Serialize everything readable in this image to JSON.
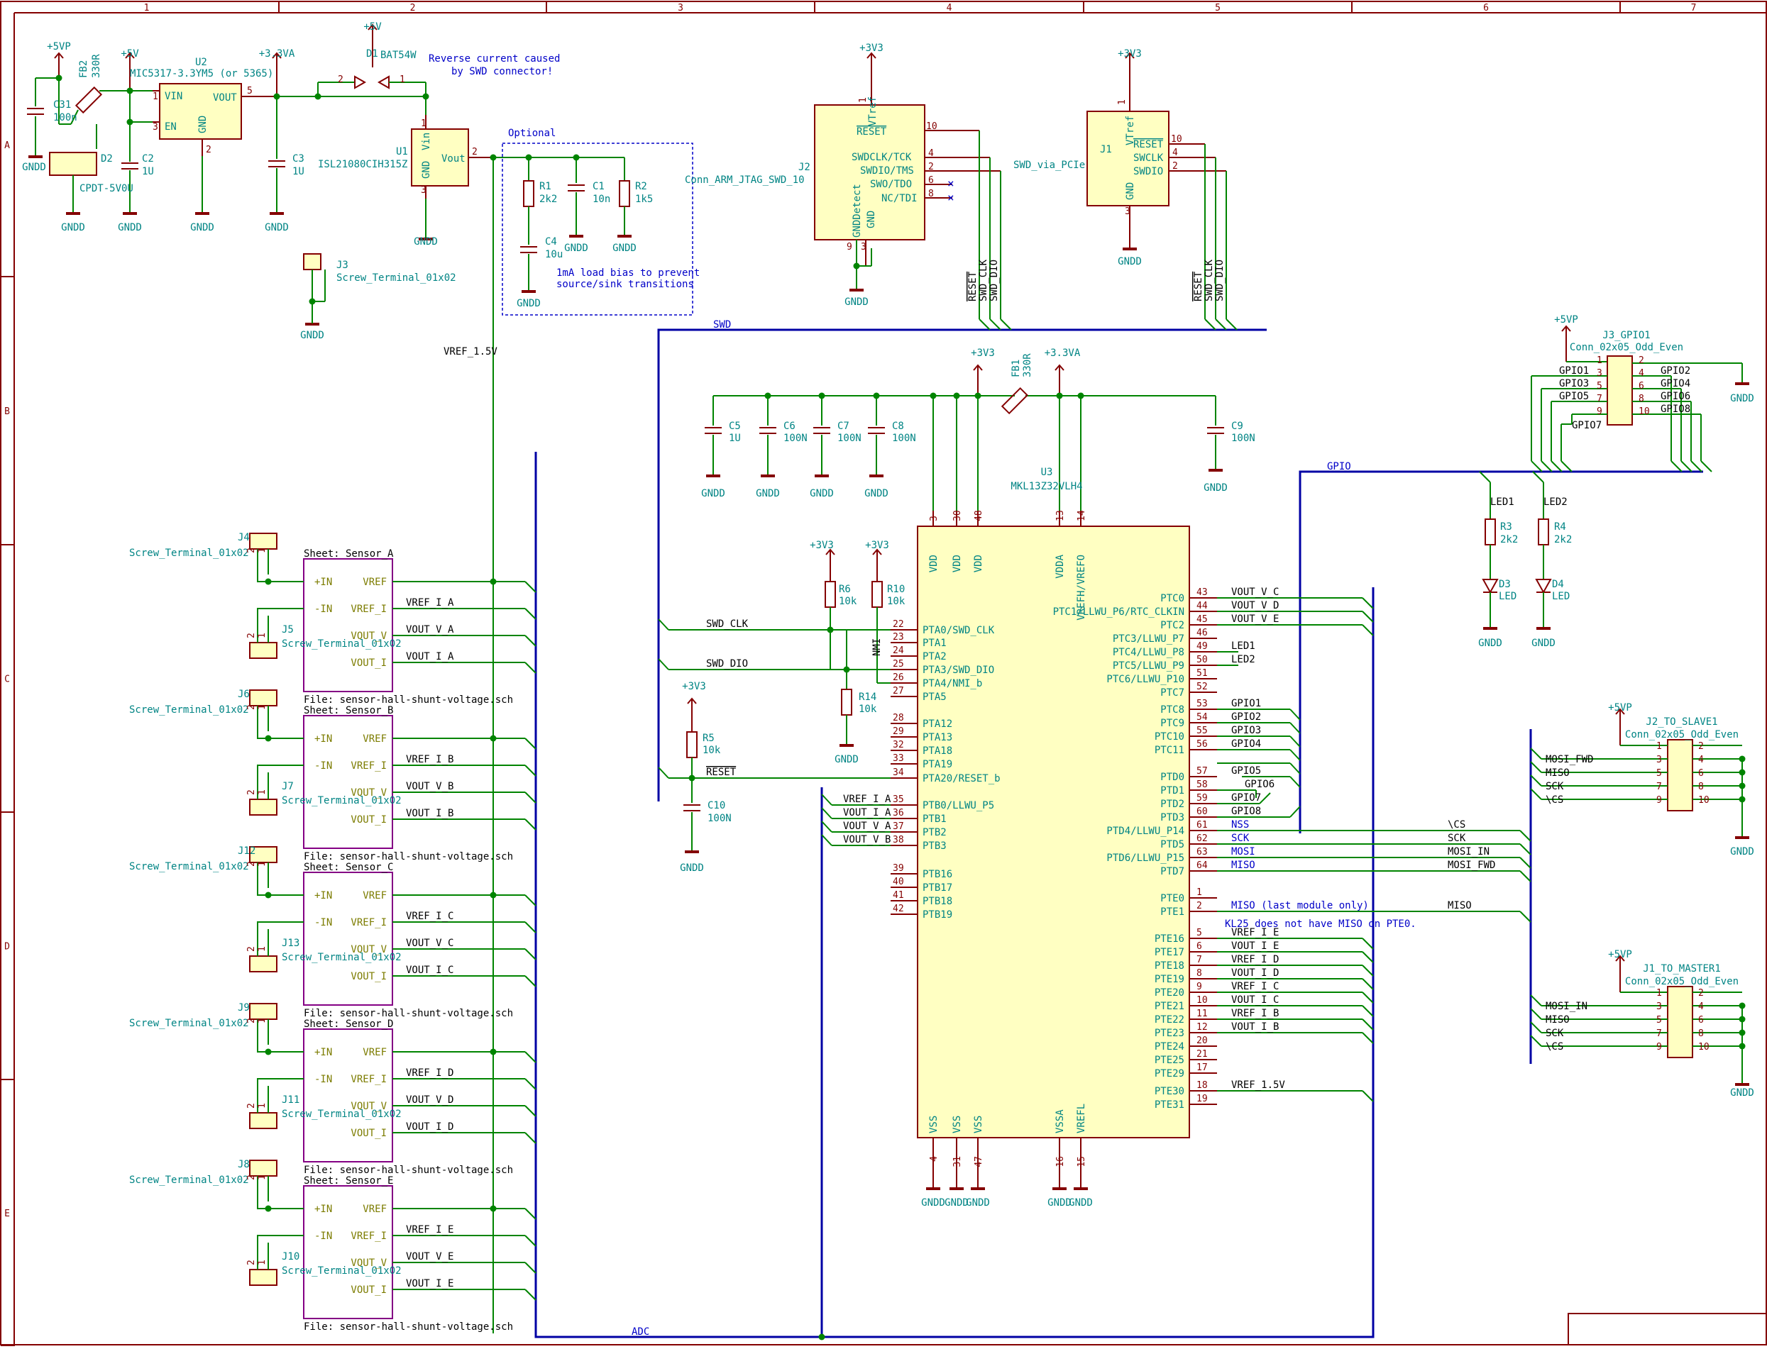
{
  "frame": {
    "columns": [
      "1",
      "2",
      "3",
      "4",
      "5",
      "6",
      "7"
    ],
    "rows": [
      "A",
      "B",
      "C",
      "D",
      "E"
    ]
  },
  "power": {
    "v5vp": "+5VP",
    "v5v": "+5V",
    "v33va": "+3.3VA",
    "v33": "+3V3",
    "gnd": "GNDD",
    "u2_ref": "U2",
    "u2_value": "MIC5317-3.3YM5 (or 5365)",
    "u2_pins": [
      "VIN",
      "EN",
      "VOUT",
      "GND"
    ],
    "u1_ref": "U1",
    "u1_value": "ISL21080CIH315Z",
    "u1_pins": [
      "Vin",
      "Vout",
      "GND"
    ],
    "d1_ref": "D1",
    "d1_value": "BAT54W",
    "d2_ref": "D2",
    "d2_value": "CPDT-5V0U",
    "fb2_ref": "FB2",
    "fb2_value": "330R",
    "c31": [
      "C31",
      "100n"
    ],
    "c2": [
      "C2",
      "1U"
    ],
    "c3": [
      "C3",
      "1U"
    ],
    "note_reverse": [
      "Reverse current caused",
      "by SWD connector!"
    ],
    "optional_title": "Optional",
    "r1": [
      "R1",
      "2k2"
    ],
    "c1": [
      "C1",
      "10n"
    ],
    "r2": [
      "R2",
      "1k5"
    ],
    "c4": [
      "C4",
      "10u"
    ],
    "note_bias": [
      "1mA load bias to prevent",
      "source/sink transitions"
    ],
    "j3_ref": "J3",
    "j3_value": "Screw_Terminal_01x02",
    "vref_net": "VREF_1.5V"
  },
  "swd": {
    "j2_ref": "J2",
    "j2_value": "Conn_ARM_JTAG_SWD_10",
    "j2_pins": [
      "VTref",
      "RESET",
      "SWDCLK/TCK",
      "SWDIO/TMS",
      "SWO/TDO",
      "NC/TDI",
      "GNDDetect",
      "GND"
    ],
    "j1_ref": "J1",
    "j1_value": "SWD_via_PCIe",
    "j1_pins": [
      "VTref",
      "RESET",
      "SWCLK",
      "SWDIO",
      "GND"
    ],
    "nets": [
      "RESET",
      "SWD_CLK",
      "SWD_DIO"
    ],
    "bus_label": "SWD"
  },
  "mcu": {
    "ref": "U3",
    "value": "MKL13Z32VLH4",
    "top_pins": [
      "VDD",
      "VDD",
      "VDD",
      "VDDA",
      "VREFH/VREFO"
    ],
    "top_nums": [
      "3",
      "30",
      "48",
      "13",
      "14"
    ],
    "bottom_pins": [
      "VSS",
      "VSS",
      "VSS",
      "VSSA",
      "VREFL"
    ],
    "bottom_nums": [
      "4",
      "31",
      "47",
      "16",
      "15"
    ],
    "left_pins": [
      {
        "num": "22",
        "name": "PTA0/SWD_CLK"
      },
      {
        "num": "23",
        "name": "PTA1"
      },
      {
        "num": "24",
        "name": "PTA2"
      },
      {
        "num": "25",
        "name": "PTA3/SWD_DIO"
      },
      {
        "num": "26",
        "name": "PTA4/NMI_b"
      },
      {
        "num": "27",
        "name": "PTA5"
      },
      {
        "num": "28",
        "name": "PTA12"
      },
      {
        "num": "29",
        "name": "PTA13"
      },
      {
        "num": "32",
        "name": "PTA18"
      },
      {
        "num": "33",
        "name": "PTA19"
      },
      {
        "num": "34",
        "name": "PTA20/RESET_b"
      },
      {
        "num": "35",
        "name": "PTB0/LLWU_P5"
      },
      {
        "num": "36",
        "name": "PTB1"
      },
      {
        "num": "37",
        "name": "PTB2"
      },
      {
        "num": "38",
        "name": "PTB3"
      },
      {
        "num": "39",
        "name": "PTB16"
      },
      {
        "num": "40",
        "name": "PTB17"
      },
      {
        "num": "41",
        "name": "PTB18"
      },
      {
        "num": "42",
        "name": "PTB19"
      }
    ],
    "right_pins": [
      {
        "num": "43",
        "name": "PTC0",
        "net": "VOUT_V_C"
      },
      {
        "num": "44",
        "name": "PTC1/LLWU_P6/RTC_CLKIN",
        "net": "VOUT_V_D"
      },
      {
        "num": "45",
        "name": "PTC2",
        "net": "VOUT_V_E"
      },
      {
        "num": "46",
        "name": "PTC3/LLWU_P7",
        "net": ""
      },
      {
        "num": "49",
        "name": "PTC4/LLWU_P8",
        "net": "LED1"
      },
      {
        "num": "50",
        "name": "PTC5/LLWU_P9",
        "net": "LED2"
      },
      {
        "num": "51",
        "name": "PTC6/LLWU_P10",
        "net": ""
      },
      {
        "num": "52",
        "name": "PTC7",
        "net": ""
      },
      {
        "num": "53",
        "name": "PTC8",
        "net": "GPIO1"
      },
      {
        "num": "54",
        "name": "PTC9",
        "net": "GPIO2"
      },
      {
        "num": "55",
        "name": "PTC10",
        "net": "GPIO3"
      },
      {
        "num": "56",
        "name": "PTC11",
        "net": "GPIO4"
      },
      {
        "num": "57",
        "name": "PTD0",
        "net": "GPIO5"
      },
      {
        "num": "58",
        "name": "PTD1",
        "net": "GPIO6"
      },
      {
        "num": "59",
        "name": "PTD2",
        "net": "GPIO7"
      },
      {
        "num": "60",
        "name": "PTD3",
        "net": "GPIO8"
      },
      {
        "num": "61",
        "name": "PTD4/LLWU_P14",
        "net": "NSS"
      },
      {
        "num": "62",
        "name": "PTD5",
        "net": "SCK"
      },
      {
        "num": "63",
        "name": "PTD6/LLWU_P15",
        "net": "MOSI"
      },
      {
        "num": "64",
        "name": "PTD7",
        "net": "MISO"
      },
      {
        "num": "1",
        "name": "PTE0",
        "net": ""
      },
      {
        "num": "2",
        "name": "PTE1",
        "net": "MISO (last module only)"
      },
      {
        "num": "5",
        "name": "PTE16",
        "net": "VREF_I_E"
      },
      {
        "num": "6",
        "name": "PTE17",
        "net": "VOUT_I_E"
      },
      {
        "num": "7",
        "name": "PTE18",
        "net": "VREF_I_D"
      },
      {
        "num": "8",
        "name": "PTE19",
        "net": "VOUT_I_D"
      },
      {
        "num": "9",
        "name": "PTE20",
        "net": "VREF_I_C"
      },
      {
        "num": "10",
        "name": "PTE21",
        "net": "VOUT_I_C"
      },
      {
        "num": "11",
        "name": "PTE22",
        "net": "VREF_I_B"
      },
      {
        "num": "12",
        "name": "PTE23",
        "net": "VOUT_I_B"
      },
      {
        "num": "20",
        "name": "PTE24",
        "net": ""
      },
      {
        "num": "21",
        "name": "PTE25",
        "net": ""
      },
      {
        "num": "17",
        "name": "PTE29",
        "net": ""
      },
      {
        "num": "18",
        "name": "PTE30",
        "net": "VREF_1.5V"
      },
      {
        "num": "19",
        "name": "PTE31",
        "net": ""
      }
    ],
    "pte1_note": "KL25 does not have MISO on PTE0.",
    "left_nets": [
      "SWD_CLK",
      "SWD_DIO",
      "RESET",
      "VREF_I_A",
      "VOUT_I_A",
      "VOUT_V_A",
      "VOUT_V_B"
    ],
    "nmi_label": "NMI",
    "decoupling": [
      [
        "C5",
        "1U"
      ],
      [
        "C6",
        "100N"
      ],
      [
        "C7",
        "100N"
      ],
      [
        "C8",
        "100N"
      ],
      [
        "C9",
        "100N"
      ]
    ],
    "fb1": [
      "FB1",
      "330R"
    ],
    "r6": [
      "R6",
      "10k"
    ],
    "r10": [
      "R10",
      "10k"
    ],
    "r14": [
      "R14",
      "10k"
    ],
    "r5": [
      "R5",
      "10k"
    ],
    "c10": [
      "C10",
      "100N"
    ]
  },
  "leds": {
    "nets": [
      "LED1",
      "LED2"
    ],
    "r3": [
      "R3",
      "2k2"
    ],
    "r4": [
      "R4",
      "2k2"
    ],
    "d3": [
      "D3",
      "LED"
    ],
    "d4": [
      "D4",
      "LED"
    ]
  },
  "gpio_header": {
    "ref": "J3_GPIO1",
    "value": "Conn_02x05_Odd_Even",
    "left_nets": [
      "GPIO1",
      "GPIO3",
      "GPIO5",
      "GPIO7"
    ],
    "right_nets": [
      "GPIO2",
      "GPIO4",
      "GPIO6",
      "GPIO8"
    ],
    "left_nums": [
      "1",
      "3",
      "5",
      "7",
      "9"
    ],
    "right_nums": [
      "2",
      "4",
      "6",
      "8",
      "10"
    ],
    "bus_label": "GPIO"
  },
  "spi": {
    "slave_ref": "J2_TO_SLAVE1",
    "master_ref": "J1_TO_MASTER1",
    "conn_value": "Conn_02x05_Odd_Even",
    "slave_nets": [
      "MOSI_FWD",
      "MISO",
      "SCK",
      "\\CS"
    ],
    "master_nets": [
      "MOSI_IN",
      "MISO",
      "SCK",
      "\\CS"
    ],
    "bus_nets": [
      "\\CS",
      "SCK",
      "MOSI_IN",
      "MOSI_FWD",
      "MISO"
    ]
  },
  "sensors": [
    {
      "sheet": "Sheet: Sensor_A",
      "conn_in": "J4",
      "conn_out": "J5",
      "vref_i": "VREF_I_A",
      "vout_v": "VOUT_V_A",
      "vout_i": "VOUT_I_A"
    },
    {
      "sheet": "Sheet: Sensor_B",
      "conn_in": "J6",
      "conn_out": "J7",
      "vref_i": "VREF_I_B",
      "vout_v": "VOUT_V_B",
      "vout_i": "VOUT_I_B"
    },
    {
      "sheet": "Sheet: Sensor_C",
      "conn_in": "J12",
      "conn_out": "J13",
      "vref_i": "VREF_I_C",
      "vout_v": "VOUT_V_C",
      "vout_i": "VOUT_I_C"
    },
    {
      "sheet": "Sheet: Sensor_D",
      "conn_in": "J9",
      "conn_out": "J11",
      "vref_i": "VREF_I_D",
      "vout_v": "VOUT_V_D",
      "vout_i": "VOUT_I_D"
    },
    {
      "sheet": "Sheet: Sensor_E",
      "conn_in": "J8",
      "conn_out": "J10",
      "vref_i": "VREF_I_E",
      "vout_v": "VOUT_V_E",
      "vout_i": "VOUT_I_E"
    }
  ],
  "sensor_common": {
    "terminal_value": "Screw_Terminal_01x02",
    "file": "File: sensor-hall-shunt-voltage.sch",
    "pins": [
      "+IN",
      "-IN",
      "VREF",
      "VREF_I",
      "VOUT_V",
      "VOUT_I"
    ]
  },
  "adc_bus_label": "ADC"
}
